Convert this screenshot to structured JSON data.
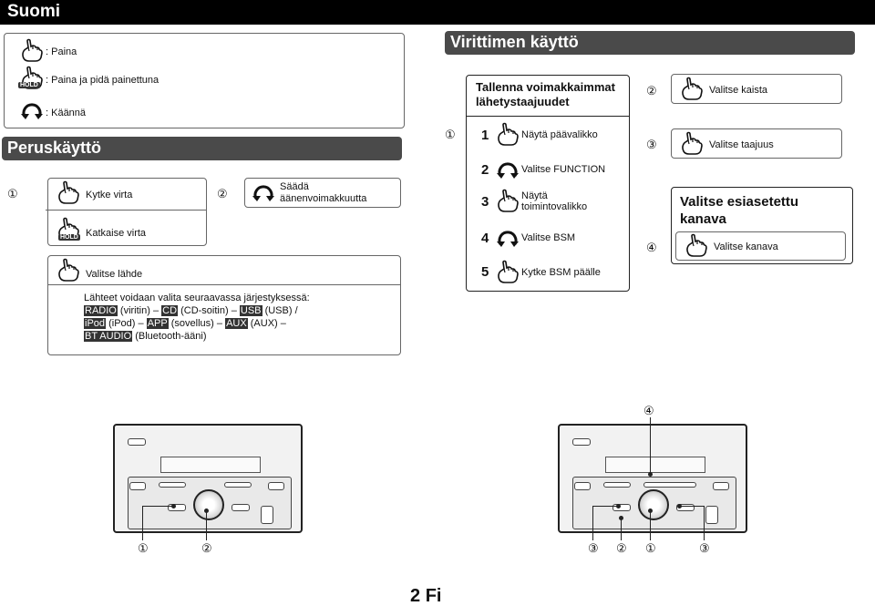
{
  "header": {
    "title": "Suomi"
  },
  "legend": {
    "press": ": Paina",
    "press_hold": ": Paina ja pidä painettuna",
    "hold_badge": "HOLD",
    "turn": ": Käännä"
  },
  "basic": {
    "title": "Peruskäyttö",
    "power_on": "Kytke virta",
    "power_off": "Katkaise virta",
    "hold_badge": "HOLD",
    "volume_line1": "Säädä",
    "volume_line2": "äänenvoimakkuutta",
    "select_source": "Valitse lähde",
    "sources_intro": "Lähteet voidaan valita seuraavassa järjestyksessä:",
    "src_radio": "RADIO",
    "src_radio_desc": "(viritin) –",
    "src_cd": "CD",
    "src_cd_desc": "(CD-soitin) –",
    "src_usb": "USB",
    "src_usb_desc": "(USB) /",
    "src_ipod": "iPod",
    "src_ipod_desc": "(iPod) –",
    "src_app": "APP",
    "src_app_desc": "(sovellus) –",
    "src_aux": "AUX",
    "src_aux_desc": "(AUX) –",
    "src_bt": "BT AUDIO",
    "src_bt_desc": "(Bluetooth-ääni)"
  },
  "tuner": {
    "title": "Virittimen käyttö",
    "store_line1": "Tallenna voimakkaimmat",
    "store_line2": "lähetystaajuudet",
    "steps": [
      {
        "n": "1",
        "text": "Näytä päävalikko"
      },
      {
        "n": "2",
        "text": "Valitse FUNCTION"
      },
      {
        "n": "3",
        "text_line1": "Näytä",
        "text_line2": "toimintovalikko"
      },
      {
        "n": "4",
        "text": "Valitse BSM"
      },
      {
        "n": "5",
        "text": "Kytke BSM päälle"
      }
    ],
    "select_band": "Valitse kaista",
    "select_freq": "Valitse taajuus",
    "preset_line1": "Valitse esiasetettu",
    "preset_line2": "kanava",
    "select_channel": "Valitse kanava"
  },
  "callouts": {
    "one": "①",
    "two": "②",
    "three": "③",
    "four": "④"
  },
  "footer": {
    "page": "2",
    "lang": "Fi"
  }
}
